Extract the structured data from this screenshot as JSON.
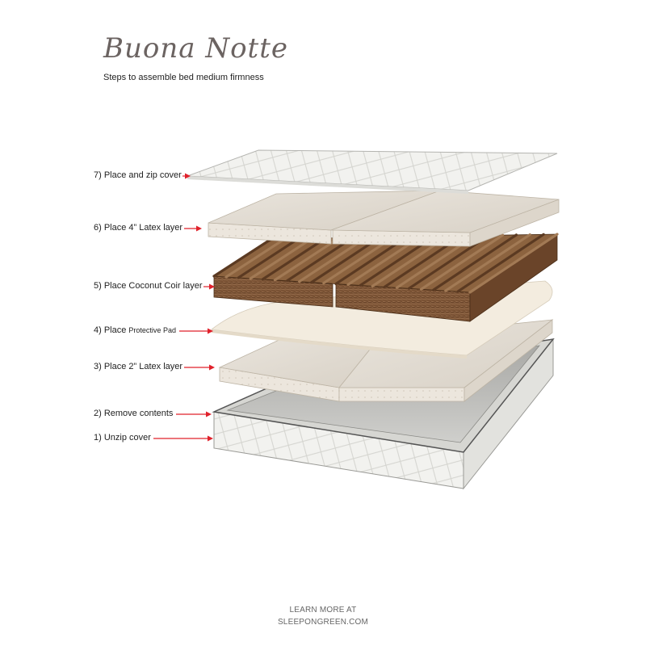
{
  "brand": "Buona Notte",
  "subtitle": "Steps to assemble bed medium firmness",
  "steps": [
    {
      "label": "7) Place and zip cover",
      "small": ""
    },
    {
      "label": "6) Place 4” Latex layer",
      "small": ""
    },
    {
      "label": "5) Place Coconut Coir layer",
      "small": ""
    },
    {
      "label": "4) Place ",
      "small": "Protective Pad"
    },
    {
      "label": "3) Place 2” Latex layer",
      "small": ""
    },
    {
      "label": "2) Remove contents",
      "small": ""
    },
    {
      "label": "1) Unzip cover",
      "small": ""
    }
  ],
  "footer": {
    "line1": "LEARN MORE AT",
    "line2": "SLEEPONGREEN.COM"
  },
  "colors": {
    "arrow": "#e0212b",
    "latex": "#ece6dd",
    "coir": "#7a5234",
    "pad": "#f3ecdf",
    "cover": "#eeeeec"
  }
}
